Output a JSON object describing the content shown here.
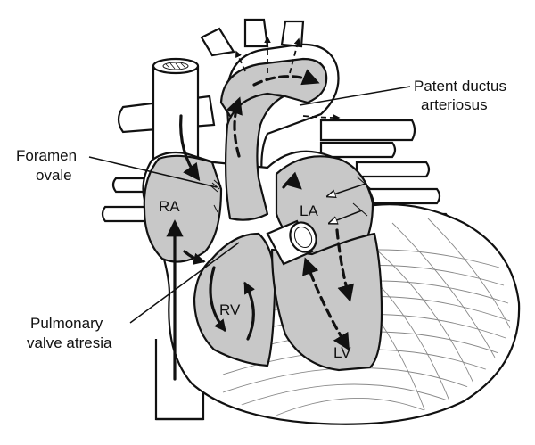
{
  "labels": {
    "patent_ductus_line1": "Patent ductus",
    "patent_ductus_line2": "arteriosus",
    "foramen_line1": "Foramen",
    "foramen_line2": "ovale",
    "pulmonary_line1": "Pulmonary",
    "pulmonary_line2": "valve atresia"
  },
  "chambers": {
    "ra": "RA",
    "la": "LA",
    "rv": "RV",
    "lv": "LV"
  },
  "colors": {
    "line": "#111111",
    "vessel_fill": "#ffffff",
    "blood_fill": "#c8c8c8",
    "muscle_hatch": "#888888"
  }
}
